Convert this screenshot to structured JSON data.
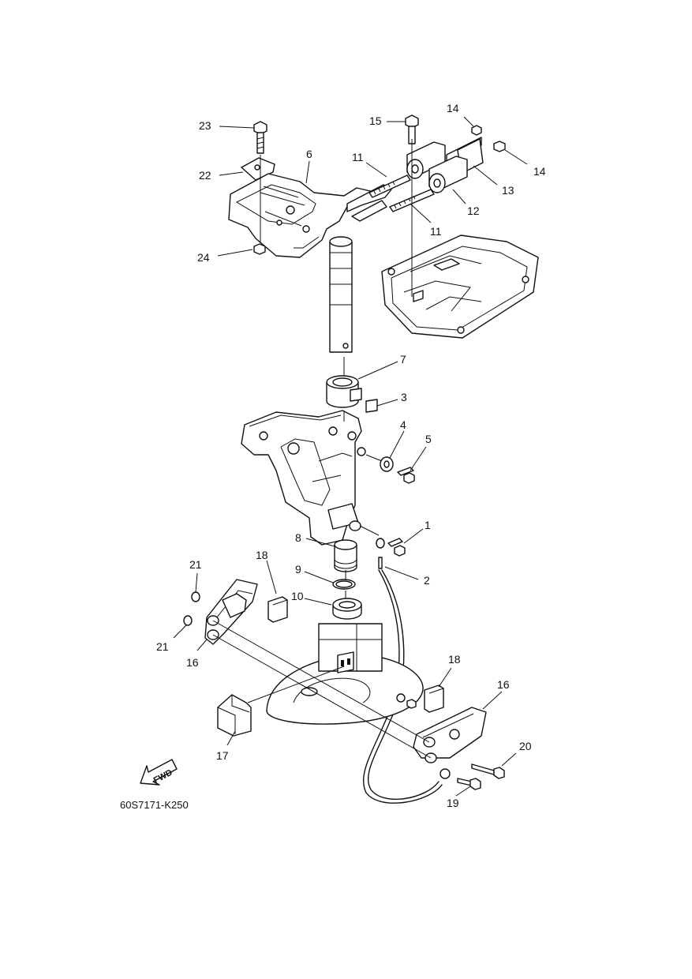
{
  "diagram_code": "60S7171-K250",
  "fwd_label": "FWD",
  "callouts": {
    "c1": "1",
    "c2": "2",
    "c3": "3",
    "c4": "4",
    "c5": "5",
    "c6": "6",
    "c7": "7",
    "c8": "8",
    "c9": "9",
    "c10": "10",
    "c11a": "11",
    "c11b": "11",
    "c12": "12",
    "c13": "13",
    "c14a": "14",
    "c14b": "14",
    "c15": "15",
    "c16a": "16",
    "c16b": "16",
    "c17": "17",
    "c18a": "18",
    "c18b": "18",
    "c19": "19",
    "c20": "20",
    "c21a": "21",
    "c21b": "21",
    "c22": "22",
    "c23": "23",
    "c24": "24"
  }
}
